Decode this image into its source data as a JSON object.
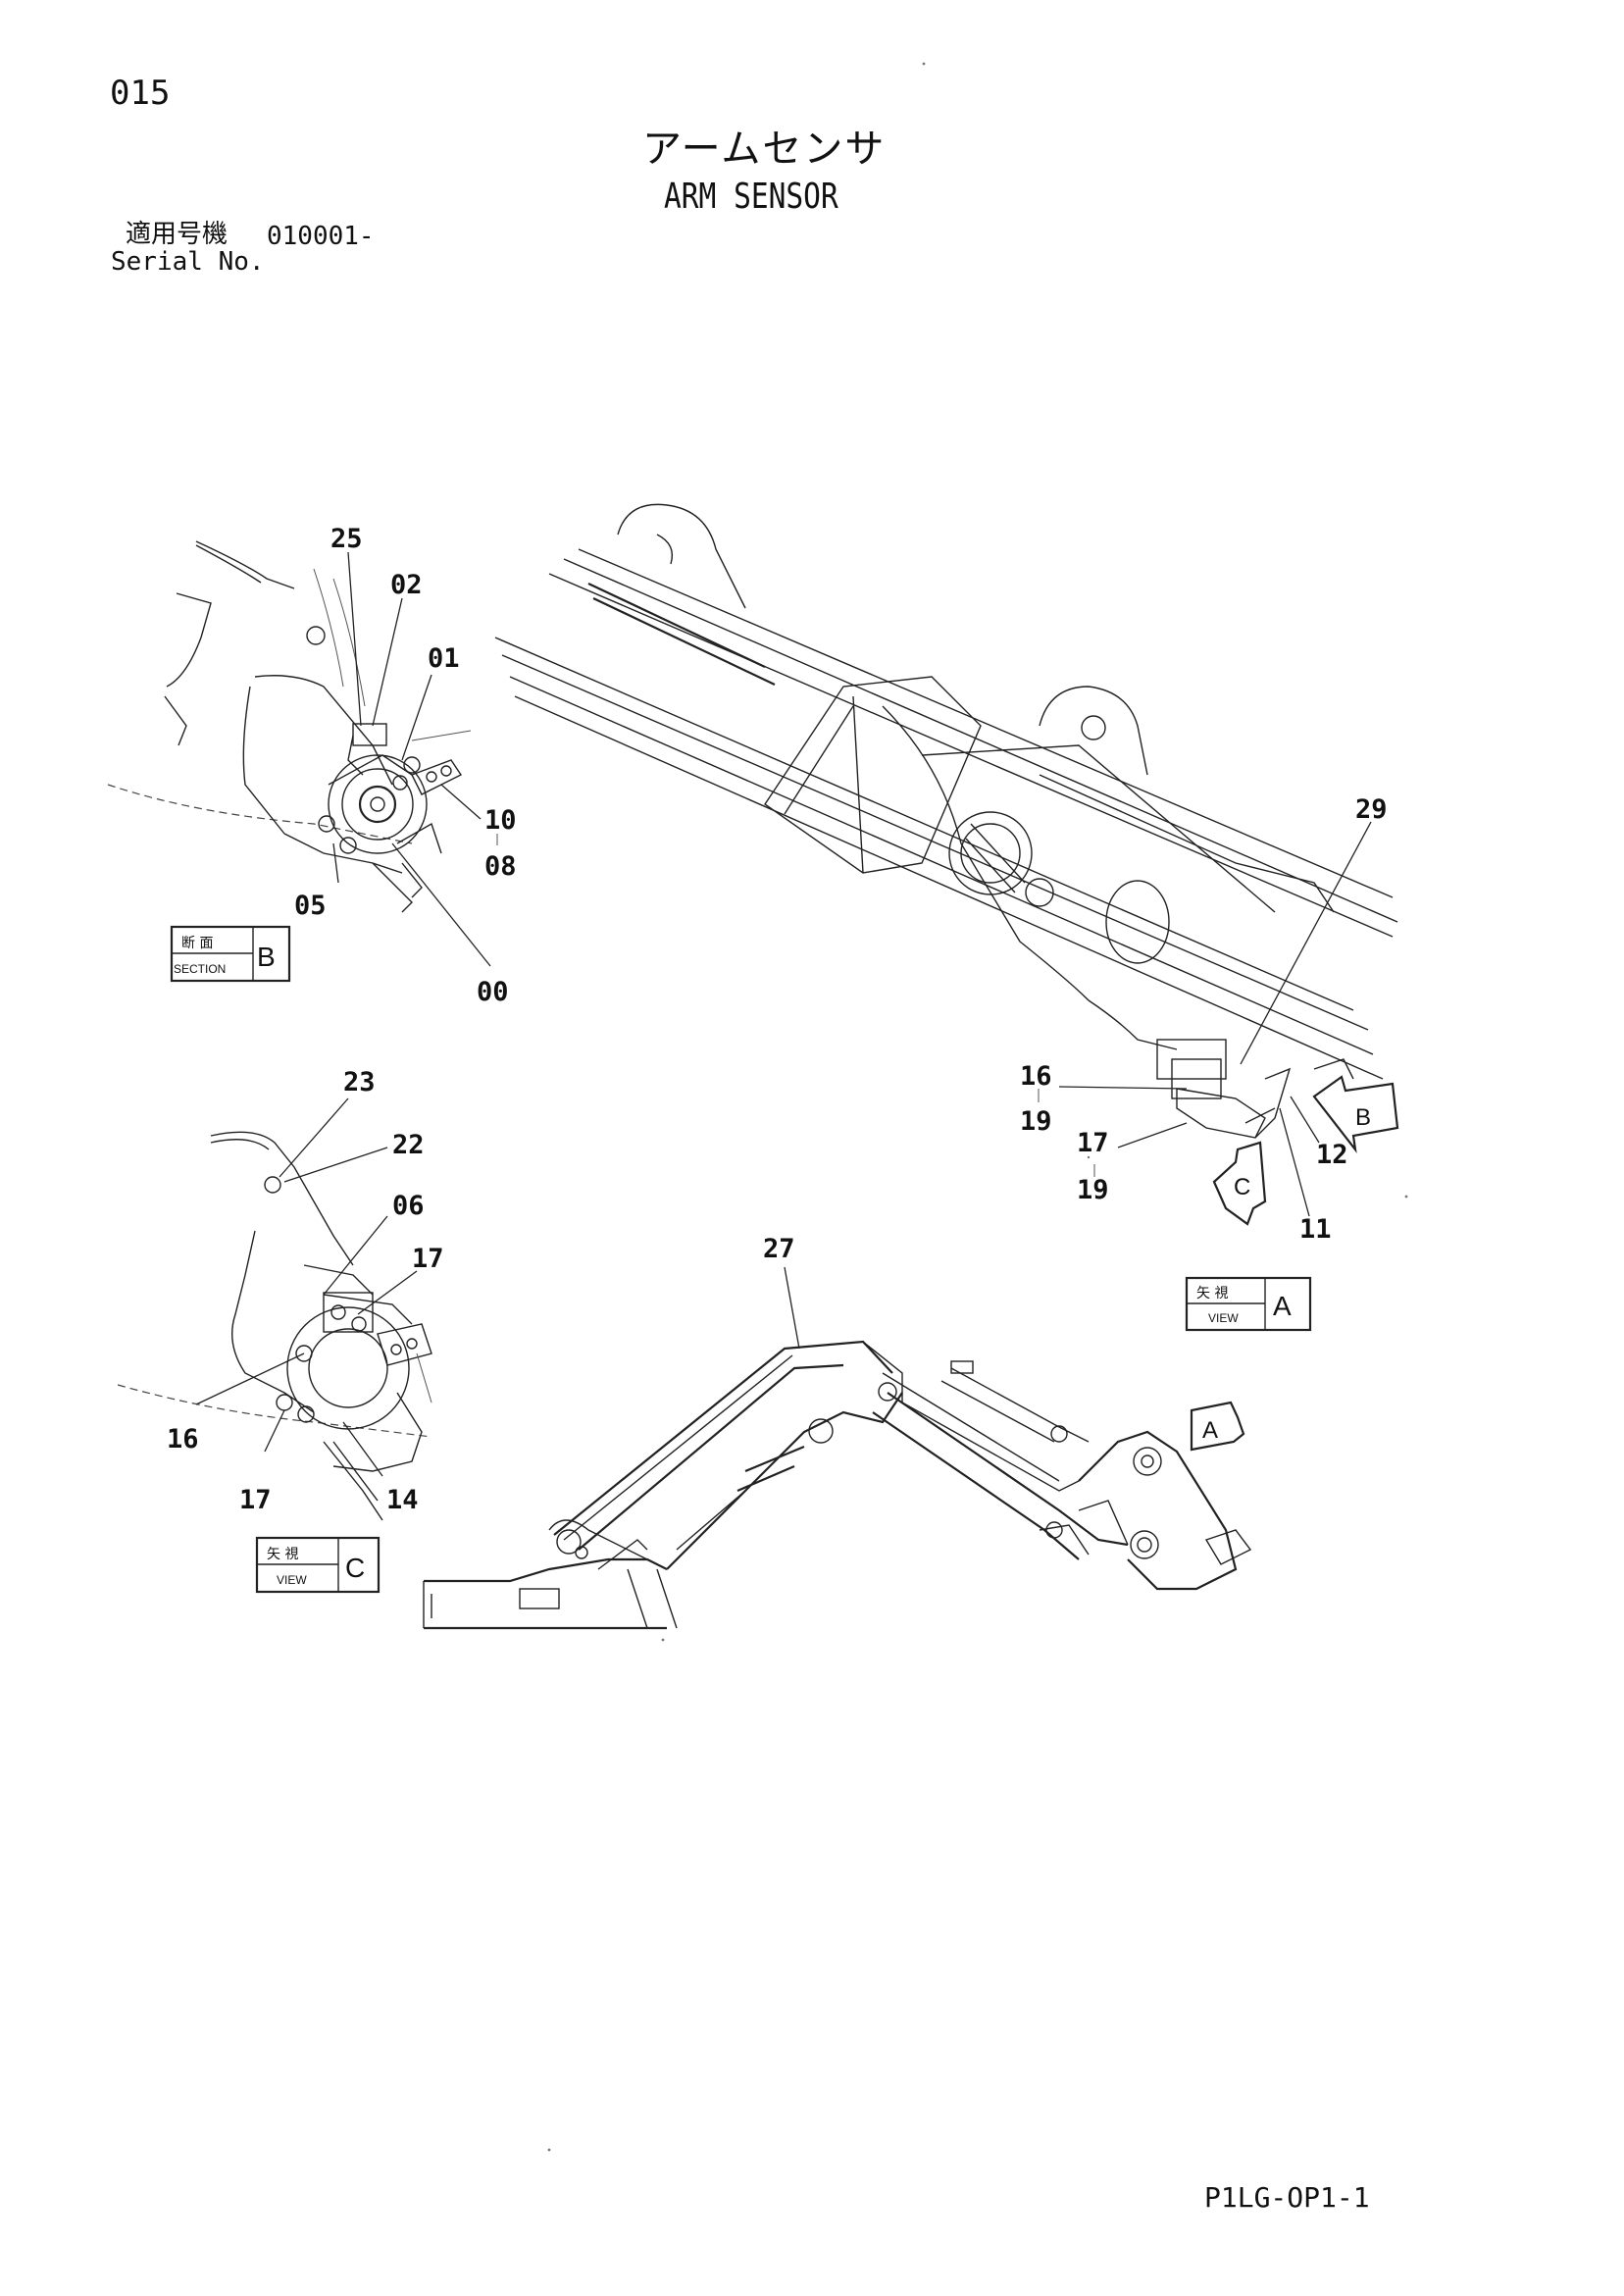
{
  "page": {
    "page_number": "015",
    "title_jp": "アームセンサ",
    "title_en": "ARM SENSOR",
    "serial_label_jp": "適用号機",
    "serial_value": "010001-",
    "serial_label_en": "Serial No.",
    "document_code": "P1LG-OP1-1"
  },
  "views": {
    "section_b": {
      "label_jp": "断 面",
      "label_en": "SECTION",
      "letter": "B"
    },
    "view_c": {
      "label_jp": "矢 視",
      "label_en": "VIEW",
      "letter": "C"
    },
    "view_a": {
      "label_jp": "矢 視",
      "label_en": "VIEW",
      "letter": "A"
    }
  },
  "arrows": {
    "a": "A",
    "b": "B",
    "c": "C"
  },
  "callouts": {
    "section_b": [
      "25",
      "02",
      "01",
      "10",
      "08",
      "05",
      "00"
    ],
    "view_c": [
      "23",
      "22",
      "06",
      "17",
      "16",
      "17",
      "14"
    ],
    "main": [
      "29",
      "16",
      "19",
      "17",
      "19",
      "12",
      "11"
    ],
    "overview": [
      "27"
    ]
  }
}
